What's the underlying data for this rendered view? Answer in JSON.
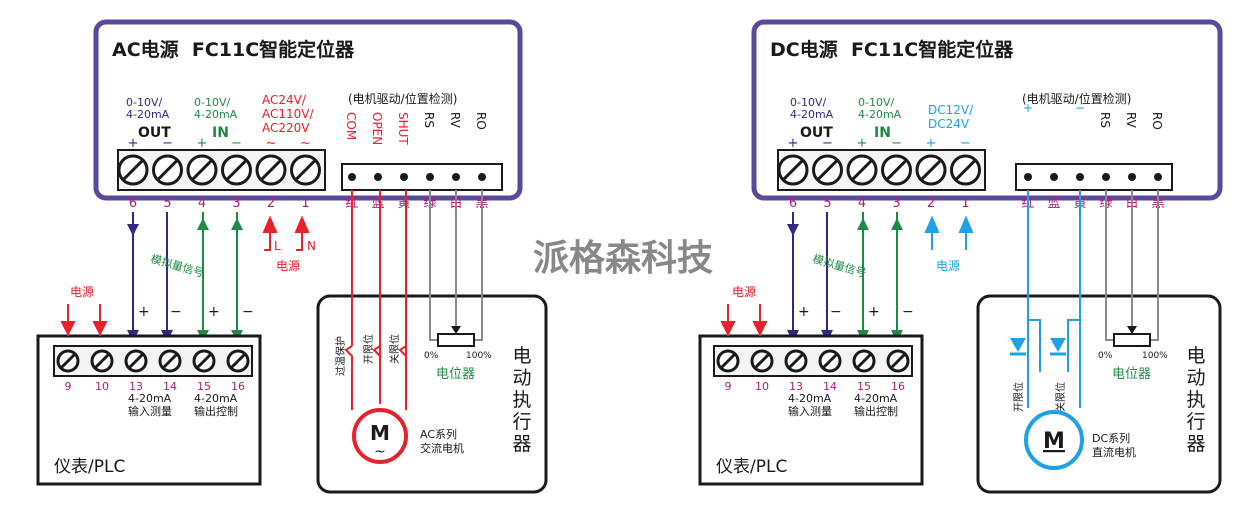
{
  "colors": {
    "frame": "#5b4a9c",
    "red": "#e8212b",
    "navy": "#2e2a86",
    "green": "#1f8a45",
    "blue": "#1ea1e6",
    "magenta": "#b01e7a",
    "black": "#1a1a1a",
    "gray": "#8a8a8a"
  },
  "watermark": "派格森科技",
  "ac": {
    "title": "AC电源  FC11C智能定位器",
    "motor_section_label": "(电机驱动/位置检测)",
    "groups": {
      "out_range": [
        "0-10V/",
        "4-20mA"
      ],
      "out_name": "OUT",
      "in_range": [
        "0-10V/",
        "4-20mA"
      ],
      "in_name": "IN",
      "power": [
        "AC24V/",
        "AC110V/",
        "AC220V"
      ]
    },
    "signs": [
      "+",
      "−",
      "+",
      "−",
      "~",
      "~"
    ],
    "terminal_numbers": [
      "6",
      "5",
      "4",
      "3",
      "2",
      "1"
    ],
    "motor_pins": [
      "COM",
      "OPEN",
      "SHUT",
      "RS",
      "RV",
      "RO"
    ],
    "wire_colors": [
      "红",
      "蓝",
      "黄",
      "绿",
      "白",
      "黑"
    ],
    "power_labels": [
      "L",
      "N"
    ],
    "power_caption": "电源",
    "analog_caption": "模拟量信号",
    "meter": {
      "title": "仪表/PLC",
      "power": "电源",
      "terminals": [
        "9",
        "10",
        "13",
        "14",
        "15",
        "16"
      ],
      "in_label": [
        "4-20mA",
        "输入测量"
      ],
      "out_label": [
        "4-20mA",
        "输出控制"
      ],
      "plus": "+",
      "minus": "−"
    },
    "actuator": {
      "title": [
        "电",
        "动",
        "执",
        "行",
        "器"
      ],
      "pot_label": "电位器",
      "pot_min": "0%",
      "pot_max": "100%",
      "switches": [
        "过温保护",
        "开限位",
        "关限位"
      ],
      "motor_symbol": "M",
      "motor_sub": "~",
      "motor_caption": [
        "AC系列",
        "交流电机"
      ]
    }
  },
  "dc": {
    "title": "DC电源  FC11C智能定位器",
    "motor_section_label": "(电机驱动/位置检测)",
    "groups": {
      "out_range": [
        "0-10V/",
        "4-20mA"
      ],
      "out_name": "OUT",
      "in_range": [
        "0-10V/",
        "4-20mA"
      ],
      "in_name": "IN",
      "power": [
        "DC12V/",
        "DC24V"
      ]
    },
    "signs": [
      "+",
      "−",
      "+",
      "−",
      "+",
      "−"
    ],
    "terminal_numbers": [
      "6",
      "5",
      "4",
      "3",
      "2",
      "1"
    ],
    "motor_pins": [
      "+",
      "",
      "−",
      "RS",
      "RV",
      "RO"
    ],
    "wire_colors": [
      "红",
      "蓝",
      "黄",
      "绿",
      "白",
      "黑"
    ],
    "power_caption": "电源",
    "analog_caption": "模拟量信号",
    "meter": {
      "title": "仪表/PLC",
      "power": "电源",
      "terminals": [
        "9",
        "10",
        "13",
        "14",
        "15",
        "16"
      ],
      "in_label": [
        "4-20mA",
        "输入测量"
      ],
      "out_label": [
        "4-20mA",
        "输出控制"
      ],
      "plus": "+",
      "minus": "−"
    },
    "actuator": {
      "title": [
        "电",
        "动",
        "执",
        "行",
        "器"
      ],
      "pot_label": "电位器",
      "pot_min": "0%",
      "pot_max": "100%",
      "switches": [
        "开限位",
        "关限位"
      ],
      "motor_symbol": "M",
      "motor_caption": [
        "DC系列",
        "直流电机"
      ]
    }
  }
}
